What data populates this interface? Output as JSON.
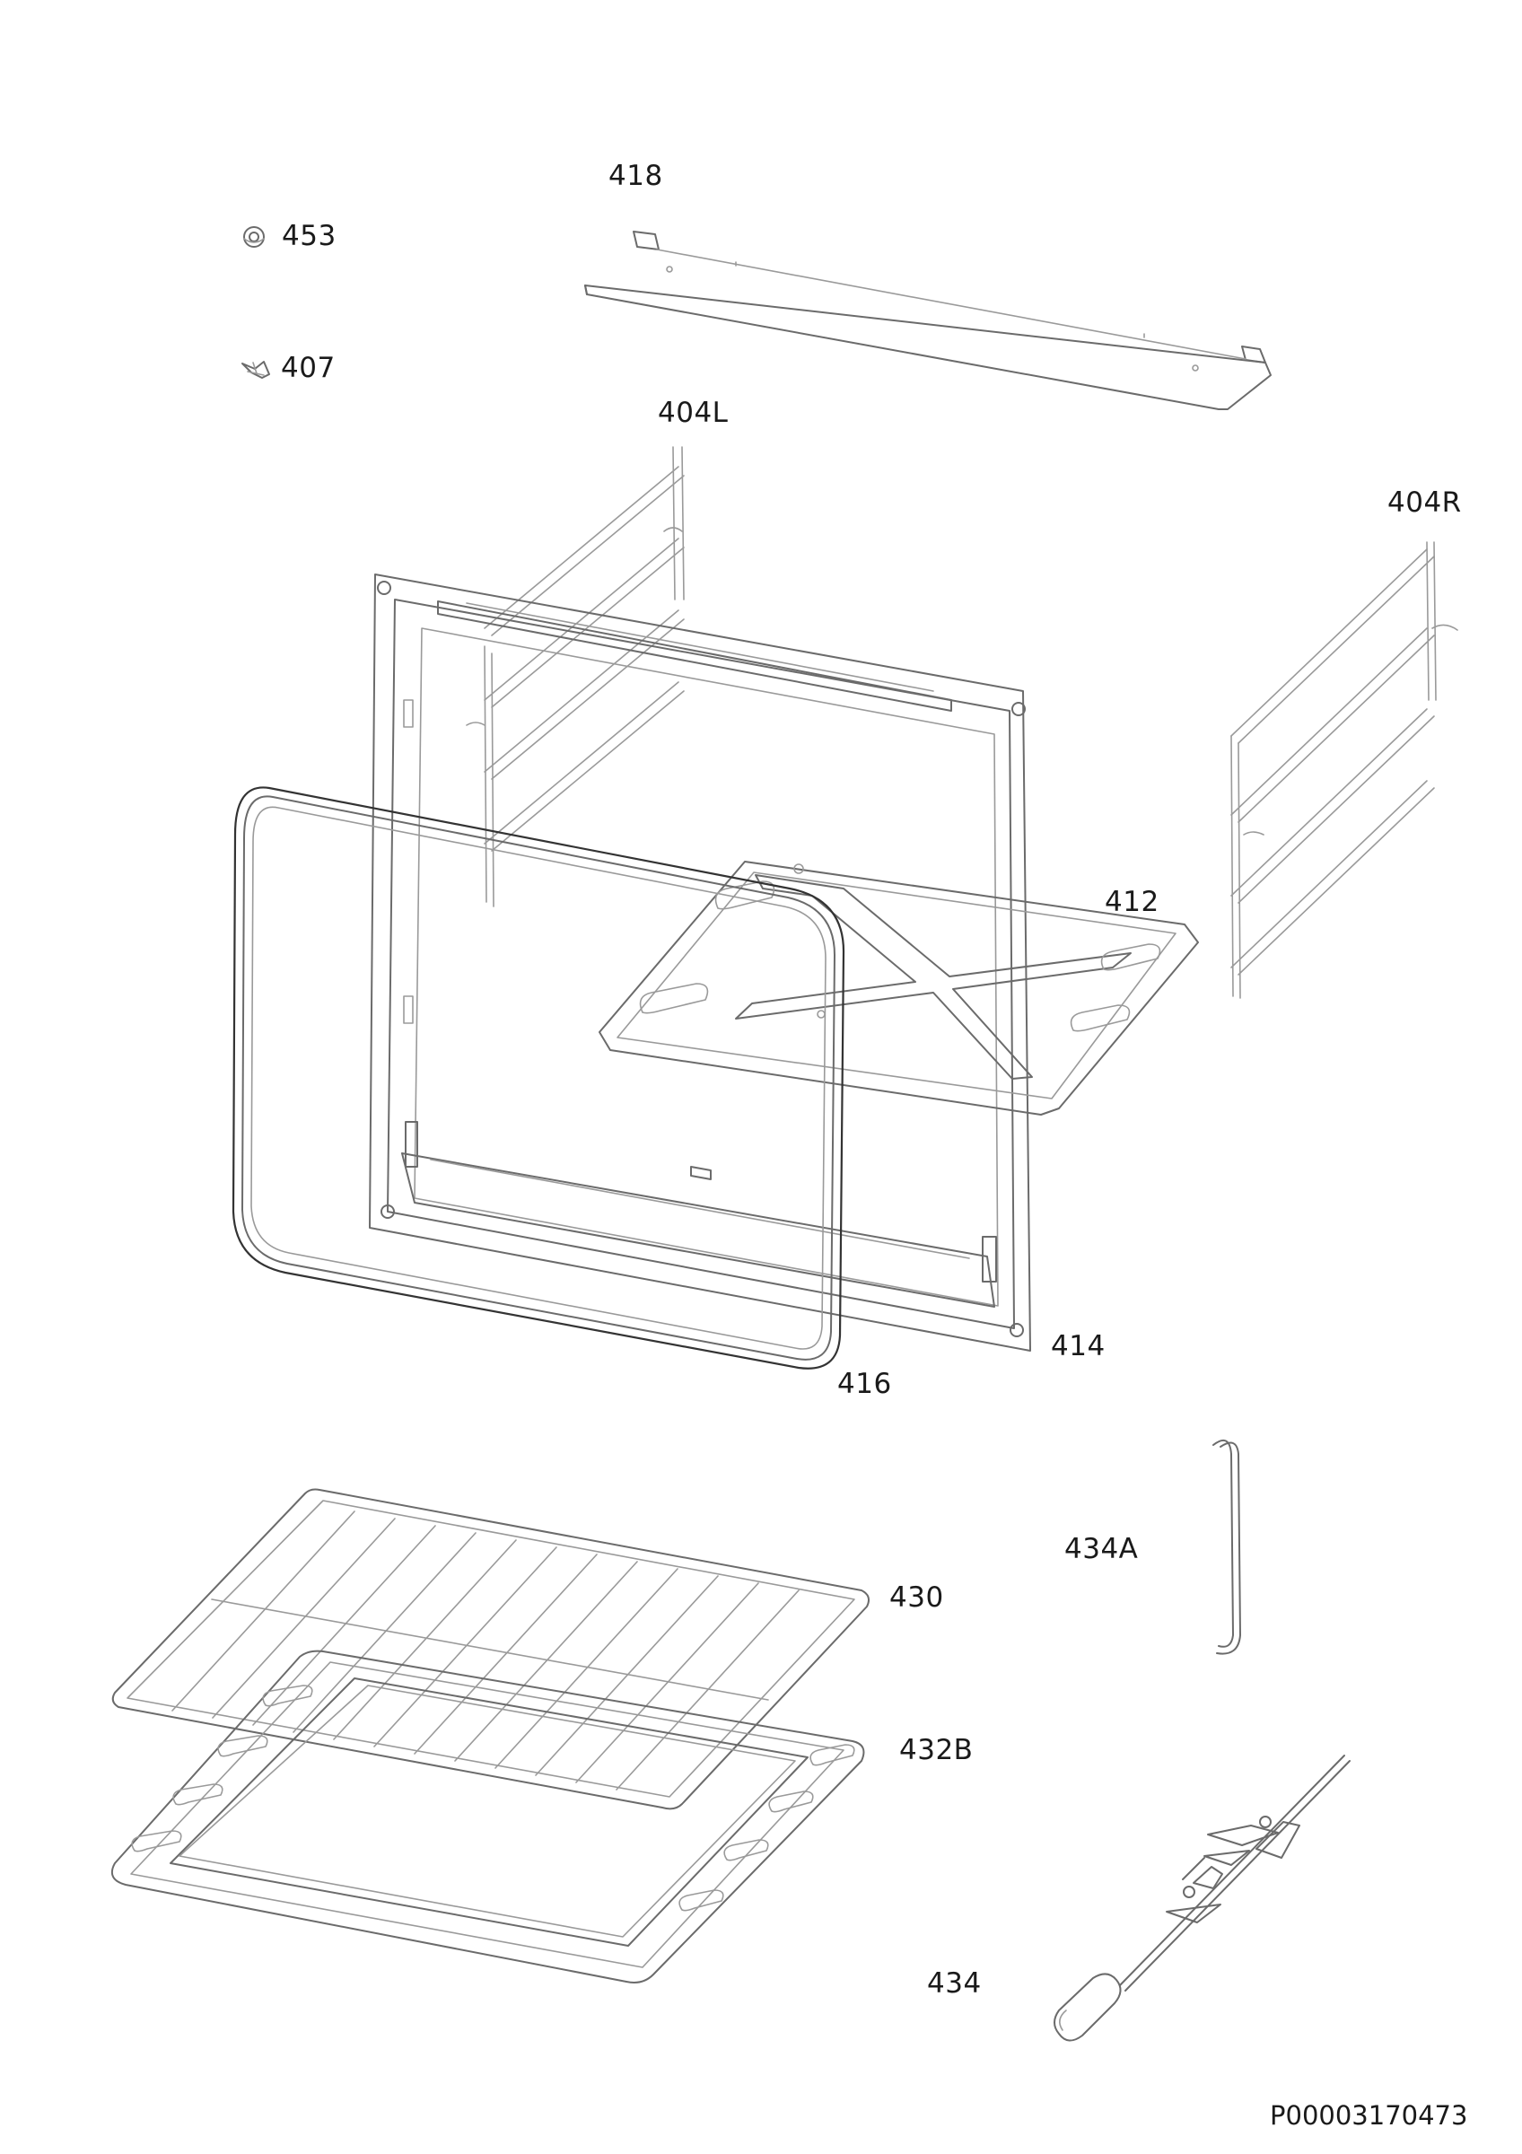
{
  "parts": [
    {
      "id": "p418",
      "label": "418"
    },
    {
      "id": "p453",
      "label": "453"
    },
    {
      "id": "p407",
      "label": "407"
    },
    {
      "id": "p404L",
      "label": "404L"
    },
    {
      "id": "p404R",
      "label": "404R"
    },
    {
      "id": "p412",
      "label": "412"
    },
    {
      "id": "p414",
      "label": "414"
    },
    {
      "id": "p416",
      "label": "416"
    },
    {
      "id": "p430",
      "label": "430"
    },
    {
      "id": "p434A",
      "label": "434A"
    },
    {
      "id": "p432B",
      "label": "432B"
    },
    {
      "id": "p434",
      "label": "434"
    }
  ],
  "drawing_code": "P00003170473"
}
